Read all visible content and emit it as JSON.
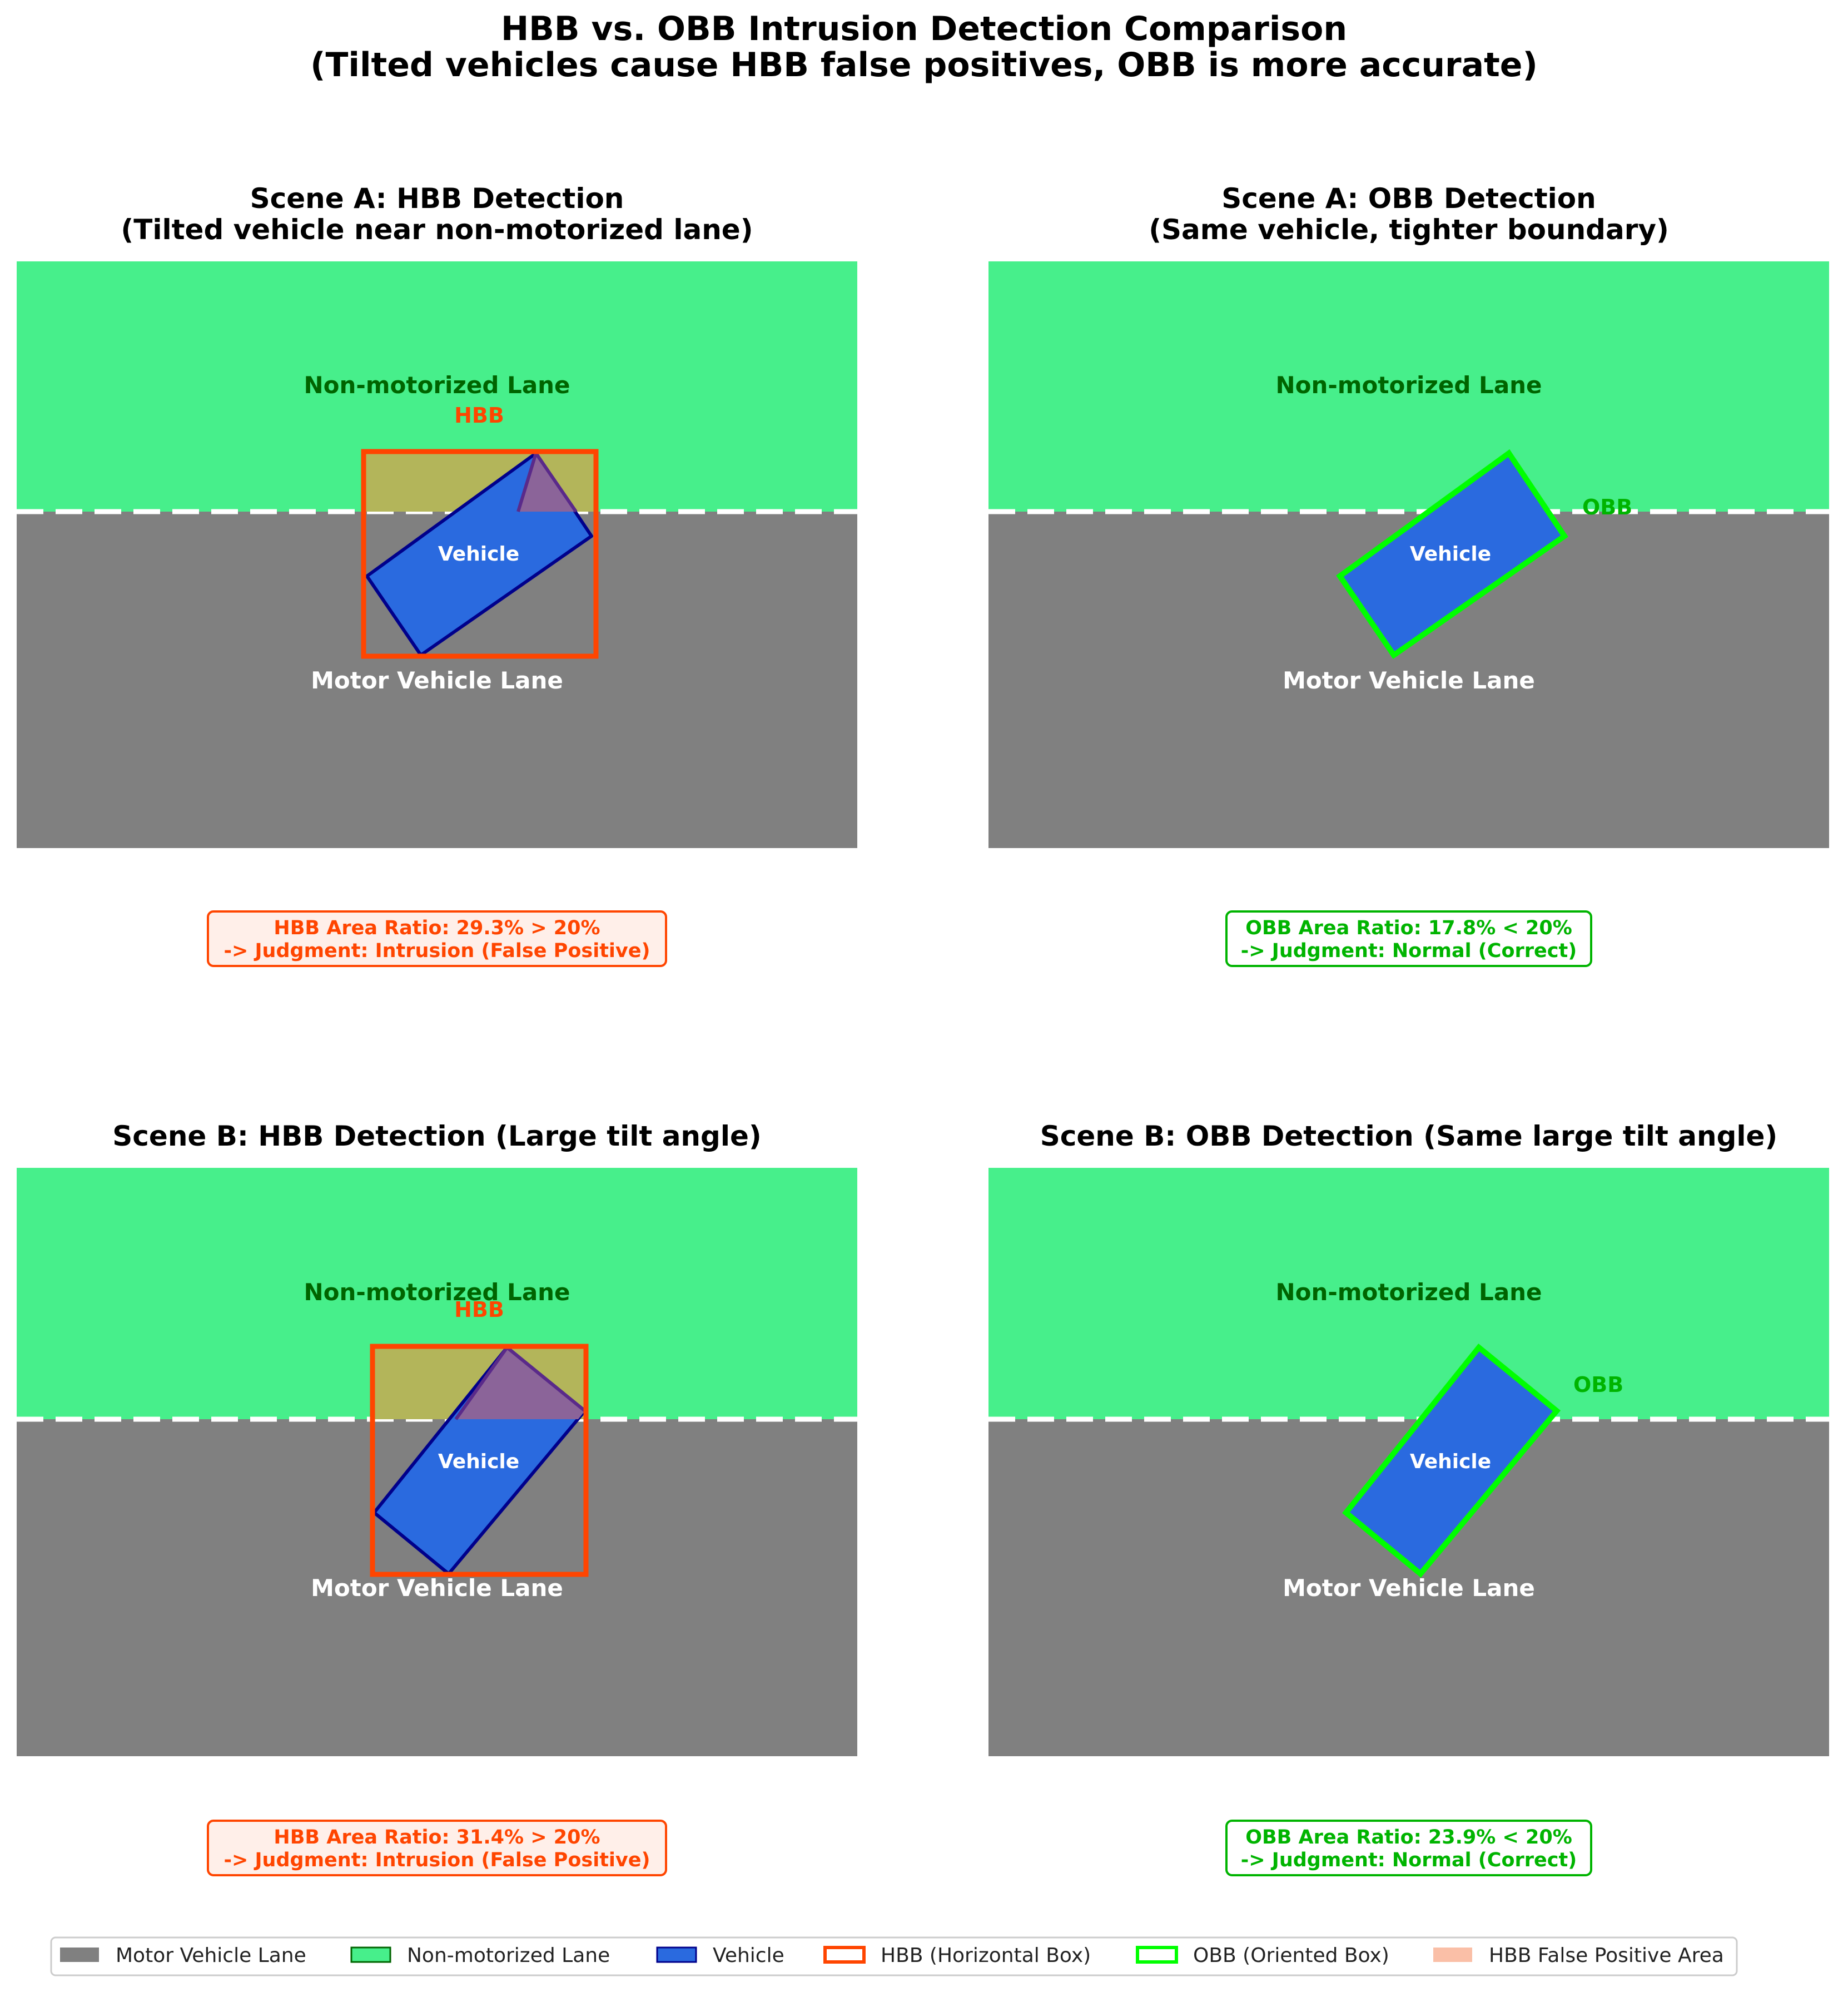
{
  "figure": {
    "title_line1": "HBB vs. OBB Intrusion Detection Comparison",
    "title_line2": "(Tilted vehicles cause HBB false positives, OBB is more accurate)"
  },
  "colors": {
    "motor_lane": "#808080",
    "non_motor_lane": "#47ef8b",
    "vehicle": "#2a6adf",
    "vehicle_edge": "#00008b",
    "hbb": "#ff4500",
    "obb": "#00ff00",
    "obb_text": "#00b400",
    "hbb_false_positive_area": "#fabfa7",
    "hbb_overlay": "#b3b55a",
    "hbb_overlay_vehicle": "#8b6499",
    "lane_divider": "#ffffff",
    "nonmotor_text": "#006400",
    "hbb_info_bg": "#ffefe9"
  },
  "panels": [
    {
      "id": "scene-a-hbb",
      "title_line1": "Scene A: HBB Detection",
      "title_line2": "(Tilted vehicle near non-motorized lane)",
      "mode": "hbb",
      "non_motorized_label": "Non-motorized Lane",
      "motor_label": "Motor Vehicle Lane",
      "vehicle_label": "Vehicle",
      "box_label": "HBB",
      "tilt_deg": 37,
      "info_line1": "HBB Area Ratio: 29.3% > 20%",
      "info_line2": "-> Judgment: Intrusion (False Positive)"
    },
    {
      "id": "scene-a-obb",
      "title_line1": "Scene A: OBB Detection",
      "title_line2": "(Same vehicle, tighter boundary)",
      "mode": "obb",
      "non_motorized_label": "Non-motorized Lane",
      "motor_label": "Motor Vehicle Lane",
      "vehicle_label": "Vehicle",
      "box_label": "OBB",
      "tilt_deg": 37,
      "info_line1": "OBB Area Ratio: 17.8% < 20%",
      "info_line2": "-> Judgment: Normal (Correct)"
    },
    {
      "id": "scene-b-hbb",
      "title_line1": "Scene B: HBB Detection (Large tilt angle)",
      "title_line2": "",
      "mode": "hbb",
      "non_motorized_label": "Non-motorized Lane",
      "motor_label": "Motor Vehicle Lane",
      "vehicle_label": "Vehicle",
      "box_label": "HBB",
      "tilt_deg": 52,
      "info_line1": "HBB Area Ratio: 31.4% > 20%",
      "info_line2": "-> Judgment: Intrusion (False Positive)"
    },
    {
      "id": "scene-b-obb",
      "title_line1": "Scene B: OBB Detection (Same large tilt angle)",
      "title_line2": "",
      "mode": "obb",
      "non_motorized_label": "Non-motorized Lane",
      "motor_label": "Motor Vehicle Lane",
      "vehicle_label": "Vehicle",
      "box_label": "OBB",
      "tilt_deg": 52,
      "info_line1": "OBB Area Ratio: 23.9% < 20%",
      "info_line2": "-> Judgment: Normal (Correct)"
    }
  ],
  "legend": [
    {
      "label": "Motor Vehicle Lane",
      "swatch": "motor"
    },
    {
      "label": "Non-motorized Lane",
      "swatch": "nonmotor"
    },
    {
      "label": "Vehicle",
      "swatch": "vehicle"
    },
    {
      "label": "HBB (Horizontal Box)",
      "swatch": "hbb"
    },
    {
      "label": "OBB (Oriented Box)",
      "swatch": "obb"
    },
    {
      "label": "HBB False Positive Area",
      "swatch": "fp"
    }
  ]
}
